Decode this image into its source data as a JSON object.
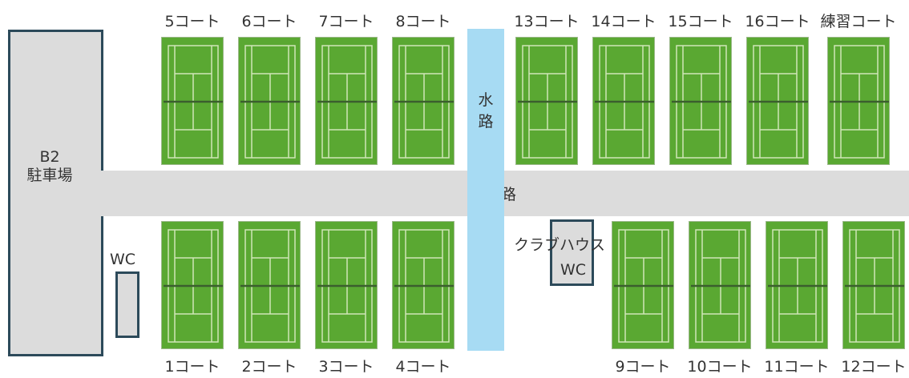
{
  "parking": {
    "line1": "B2",
    "line2": "駐車場"
  },
  "road_label": "通路",
  "water_label_1": "水",
  "water_label_2": "路",
  "restrooms": {
    "left": "WC",
    "clubhouse_title": "クラブハウス",
    "clubhouse": "WC"
  },
  "courts_top": [
    {
      "label": "5コート"
    },
    {
      "label": "6コート"
    },
    {
      "label": "7コート"
    },
    {
      "label": "8コート"
    },
    {
      "label": "13コート"
    },
    {
      "label": "14コート"
    },
    {
      "label": "15コート"
    },
    {
      "label": "16コート"
    },
    {
      "label": "練習コート"
    }
  ],
  "courts_bottom": [
    {
      "label": "1コート"
    },
    {
      "label": "2コート"
    },
    {
      "label": "3コート"
    },
    {
      "label": "4コート"
    },
    {
      "label": "9コート"
    },
    {
      "label": "10コート"
    },
    {
      "label": "11コート"
    },
    {
      "label": "12コート"
    }
  ],
  "colors": {
    "court": "#5aa832",
    "road": "#dcdcdc",
    "water": "#a7dbf3",
    "outline": "#2c4a5a"
  }
}
